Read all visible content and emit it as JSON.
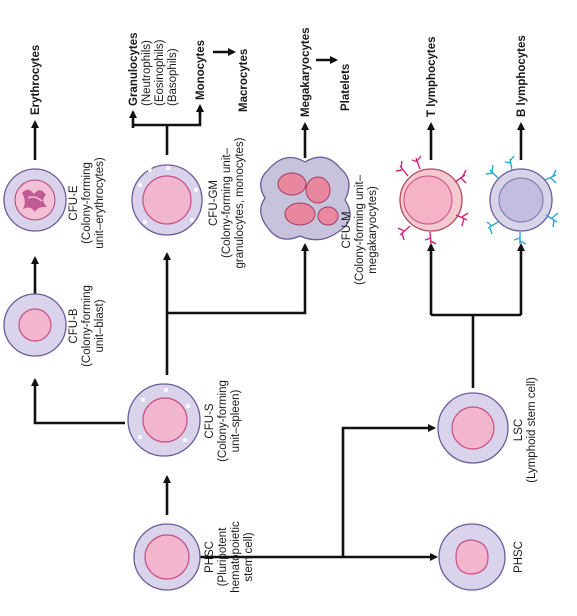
{
  "diagram": {
    "cells": {
      "erythrocytes": "Erythrocytes",
      "cfu_e": [
        "CFU-E",
        "(Colony-forming",
        "unit–erythrocytes)"
      ],
      "cfu_b": [
        "CFU-B",
        "(Colony-forming",
        "unit–blast)"
      ],
      "cfu_s": [
        "CFU-S",
        "(Colony-forming",
        "unit–spleen)"
      ],
      "phsc_top": [
        "PHSC",
        "(Pluripotent",
        "hematopoietic",
        "stem cell)"
      ],
      "granulocytes": "Granulocytes",
      "neutrophils": "(Neutrophils)",
      "eosinophils": "(Eosinophils)",
      "basophils": "(Basophils)",
      "monocytes": "Monocytes",
      "macrocytes": "Macrocytes",
      "cfu_gm": [
        "CFU-GM",
        "(Colony-forming unit–",
        "granulocytes, monocytes)"
      ],
      "megakaryocytes": "Megakaryocytes",
      "platelets": "Platelets",
      "cfu_m": [
        "CFU-M",
        "(Colony-forming unit–",
        "megakaryocytes)"
      ],
      "t_lymphocytes": "T lymphocytes",
      "b_lymphocytes": "B lymphocytes",
      "lsc": [
        "LSC",
        "(Lymphoid stem cell)"
      ],
      "phsc_bottom": "PHSC"
    },
    "colors": {
      "cytoplasm": "#d9d3ec",
      "nucleus": "#f2b6cf",
      "t_receptor": "#d4237a",
      "b_receptor": "#2aa6d6"
    }
  }
}
